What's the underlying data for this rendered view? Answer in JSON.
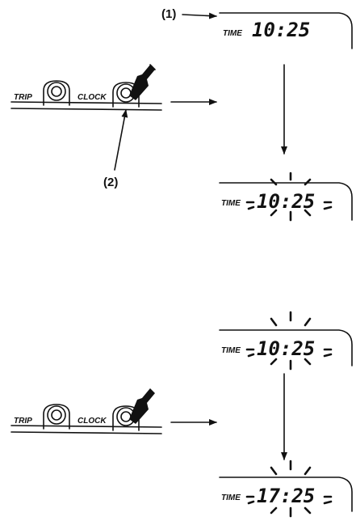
{
  "callouts": {
    "display": "(1)",
    "button": "(2)"
  },
  "buttons": {
    "trip": "TRIP",
    "clock": "CLOCK"
  },
  "displays": [
    {
      "label": "TIME",
      "value": "10:25",
      "blinking": false
    },
    {
      "label": "TIME",
      "value": "10:25",
      "blinking": true
    },
    {
      "label": "TIME",
      "value": "10:25",
      "blinking": true
    },
    {
      "label": "TIME",
      "value": "17:25",
      "blinking": true
    }
  ],
  "icons": [
    "pointing-hand-icon",
    "right-arrow-icon",
    "down-arrow-icon",
    "blink-marks-icon"
  ]
}
